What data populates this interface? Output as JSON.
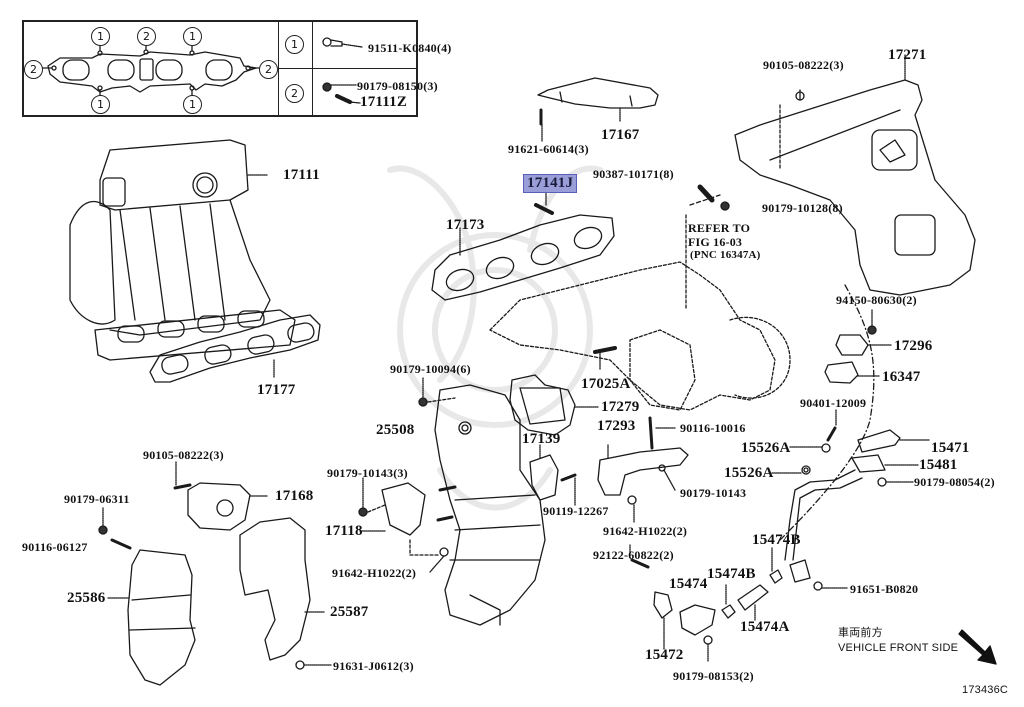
{
  "diagram": {
    "title_id": "173436C",
    "orientation": {
      "japanese": "車両前方",
      "english": "VEHICLE FRONT SIDE",
      "arrow_icon": "arrow-down-right-icon"
    },
    "legend": {
      "rows": [
        {
          "marker": "1",
          "part": "91511-K0840(4)"
        },
        {
          "marker": "2",
          "part_top": "90179-08150(3)",
          "part_bottom": "17111Z"
        }
      ],
      "gasket_markers": {
        "top": [
          "1",
          "2",
          "1"
        ],
        "bottom": [
          "1",
          "1"
        ],
        "left": "2",
        "right": "2"
      }
    },
    "refer": {
      "line1": "REFER TO",
      "line2": "FIG 16-03",
      "line3": "(PNC 16347A)"
    },
    "labels": {
      "p91511": "91511-K0840(4)",
      "p91621": "91621-60614(3)",
      "p17167": "17167",
      "p90105_top": "90105-08222(3)",
      "p17271": "17271",
      "p17111": "17111",
      "p17141J": "17141J",
      "p90387": "90387-10171(8)",
      "p90179_10128": "90179-10128(8)",
      "p17173": "17173",
      "p94150": "94150-80630(2)",
      "p17296": "17296",
      "p16347": "16347",
      "p17177": "17177",
      "p90179_10094": "90179-10094(6)",
      "p17025A": "17025A",
      "p17279": "17279",
      "p25508": "25508",
      "p17293": "17293",
      "p90116_10016": "90116-10016",
      "p17139": "17139",
      "p90401": "90401-12009",
      "p15526A_1": "15526A",
      "p15526A_2": "15526A",
      "p15471": "15471",
      "p15481": "15481",
      "p90179_08054": "90179-08054(2)",
      "p90179_10143_r": "90179-10143",
      "p90105_left": "90105-08222(3)",
      "p17168": "17168",
      "p90179_06311": "90179-06311",
      "p90116_06127": "90116-06127",
      "p90179_10143_l": "90179-10143(3)",
      "p17118": "17118",
      "p90119": "90119-12267",
      "p91642_r": "91642-H1022(2)",
      "p91642_l": "91642-H1022(2)",
      "p92122": "92122-60822(2)",
      "p15474B_1": "15474B",
      "p15474B_2": "15474B",
      "p15474": "15474",
      "p15474A": "15474A",
      "p91651": "91651-B0820",
      "p15472": "15472",
      "p90179_08153": "90179-08153(2)",
      "p25586": "25586",
      "p25587": "25587",
      "p91631": "91631-J0612(3)"
    }
  }
}
